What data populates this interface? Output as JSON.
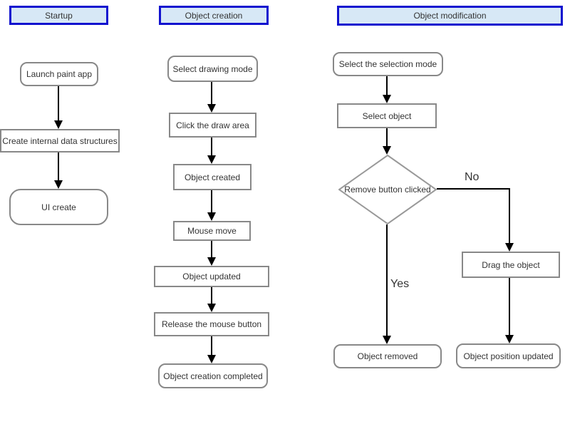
{
  "diagram": {
    "type": "flowchart",
    "lanes": [
      {
        "title": "Startup",
        "nodes": [
          {
            "label": "Launch paint app",
            "shape": "terminal"
          },
          {
            "label": "Create internal data structures",
            "shape": "process"
          },
          {
            "label": "UI create",
            "shape": "terminal"
          }
        ]
      },
      {
        "title": "Object creation",
        "nodes": [
          {
            "label": "Select drawing mode",
            "shape": "terminal"
          },
          {
            "label": "Click the draw area",
            "shape": "process"
          },
          {
            "label": "Object created",
            "shape": "process"
          },
          {
            "label": "Mouse move",
            "shape": "process"
          },
          {
            "label": "Object updated",
            "shape": "process"
          },
          {
            "label": "Release the mouse button",
            "shape": "process"
          },
          {
            "label": "Object creation completed",
            "shape": "terminal"
          }
        ]
      },
      {
        "title": "Object modification",
        "nodes": [
          {
            "label": "Select the selection mode",
            "shape": "terminal"
          },
          {
            "label": "Select object",
            "shape": "process"
          },
          {
            "label": "Remove button clicked",
            "shape": "decision"
          },
          {
            "label": "Drag the object",
            "shape": "process"
          },
          {
            "label": "Object removed",
            "shape": "terminal"
          },
          {
            "label": "Object position updated",
            "shape": "terminal"
          }
        ],
        "edge_labels": {
          "yes": "Yes",
          "no": "No"
        }
      }
    ],
    "colors": {
      "header_fill": "#d7e8f6",
      "header_border": "#1213cf",
      "node_border": "#888888",
      "node_fill": "#ffffff",
      "text": "#333333",
      "line": "#000000"
    }
  }
}
